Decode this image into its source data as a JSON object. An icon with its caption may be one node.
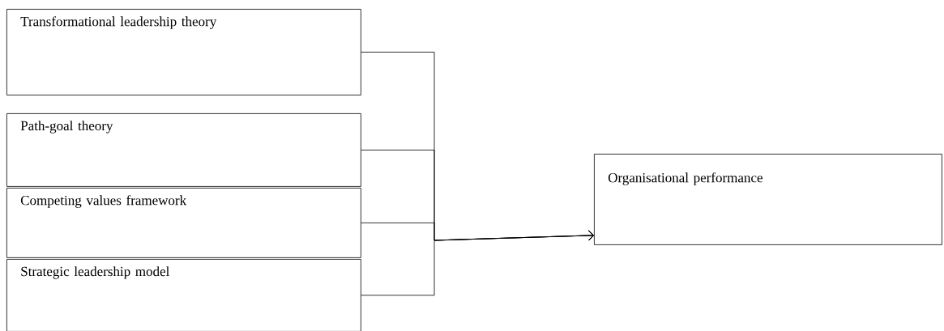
{
  "diagram": {
    "nodes": [
      {
        "text": [
          "Transformational leadership theory"
        ]
      },
      {
        "text": [
          "Path-goal theory"
        ]
      },
      {
        "text": [
          "Competing values framework"
        ]
      },
      {
        "text": [
          "Strategic leadership model"
        ]
      },
      {
        "text": [
          "Organisational performance"
        ]
      }
    ],
    "edges": [
      {
        "from": 0,
        "to": 4,
        "arrow": "to"
      },
      {
        "from": 1,
        "to": 4,
        "arrow": "to"
      },
      {
        "from": 2,
        "to": 4,
        "arrow": "to"
      },
      {
        "from": 3,
        "to": 4,
        "arrow": "to"
      }
    ]
  }
}
